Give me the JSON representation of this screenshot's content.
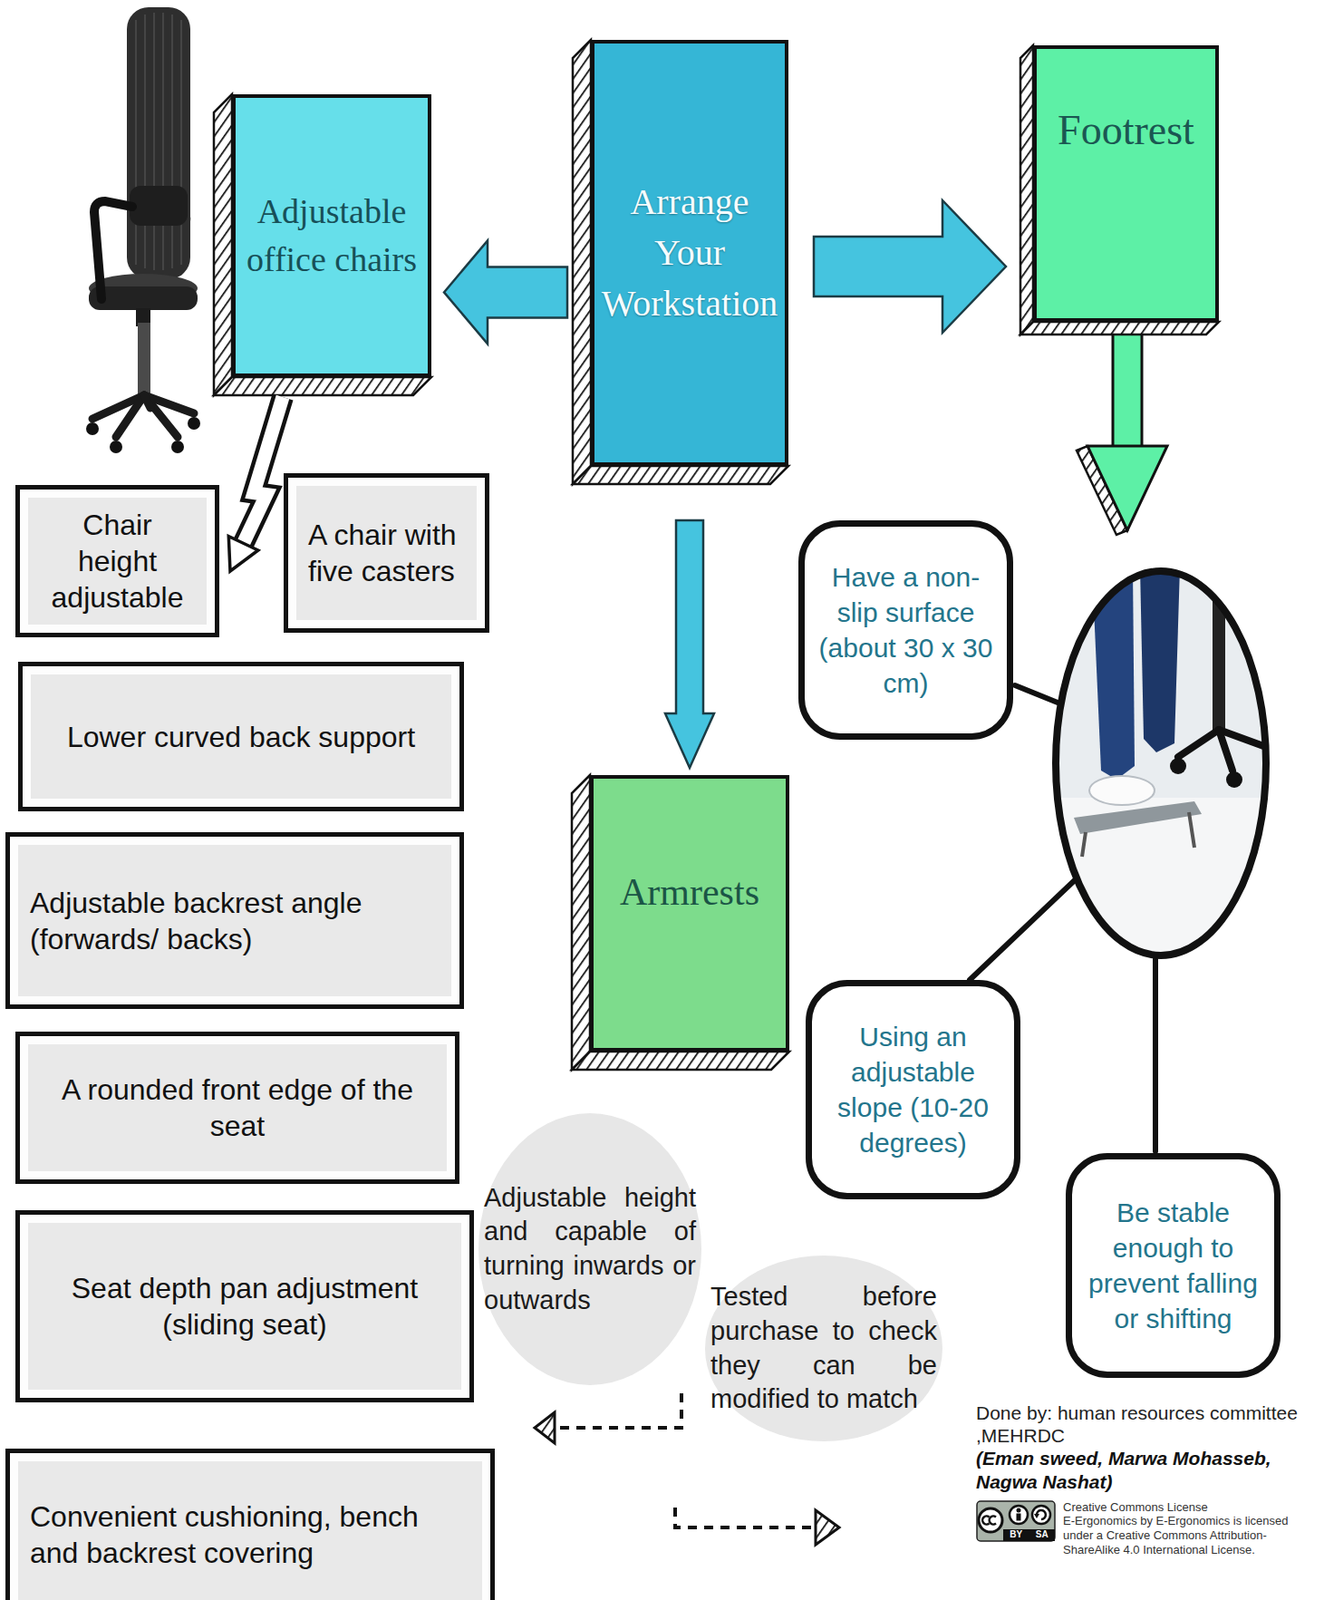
{
  "diagram": {
    "nodes": [
      {
        "text": [
          "Adjustable office chairs"
        ]
      },
      {
        "text": [
          "Arrange Your Workstation"
        ]
      },
      {
        "text": [
          "Footrest"
        ]
      },
      {
        "text": [
          "Chair height adjustable"
        ]
      },
      {
        "text": [
          "A chair with five casters"
        ]
      },
      {
        "text": [
          "Lower curved back support"
        ]
      },
      {
        "text": [
          "Adjustable backrest angle (forwards/ backs)"
        ]
      },
      {
        "text": [
          "A rounded front edge of the seat"
        ]
      },
      {
        "text": [
          "Seat depth pan adjustment (sliding seat)"
        ]
      },
      {
        "text": [
          "Convenient cushioning, bench and backrest covering"
        ]
      },
      {
        "text": [
          "Armrests"
        ]
      },
      {
        "text": [
          "Adjustable height and capable of turning inwards or outwards"
        ]
      },
      {
        "text": [
          "Tested before purchase to check they can be modified to match"
        ]
      },
      {
        "text": [
          "Have a non-slip surface (about 30 x 30 cm)"
        ]
      },
      {
        "text": [
          "Using an adjustable slope (10-20 degrees)"
        ]
      },
      {
        "text": [
          "Be stable enough to prevent falling or shifting"
        ]
      }
    ],
    "edges": [
      {
        "from": 1,
        "to": 0,
        "arrow": "to"
      },
      {
        "from": 1,
        "to": 2,
        "arrow": "to"
      },
      {
        "from": 1,
        "to": 10,
        "arrow": "to"
      },
      {
        "from": 0,
        "to": 3,
        "arrow": "to"
      }
    ],
    "labels": [
      "Done by: human resources committee ,MEHRDC",
      "(Eman sweed, Marwa Mohasseb, Nagwa Nashat)",
      "Creative Commons License",
      "E-Ergonomics by E-Ergonomics is licensed under a Creative Commons Attribution-ShareAlike 4.0 International License.",
      "BY",
      "SA"
    ]
  }
}
